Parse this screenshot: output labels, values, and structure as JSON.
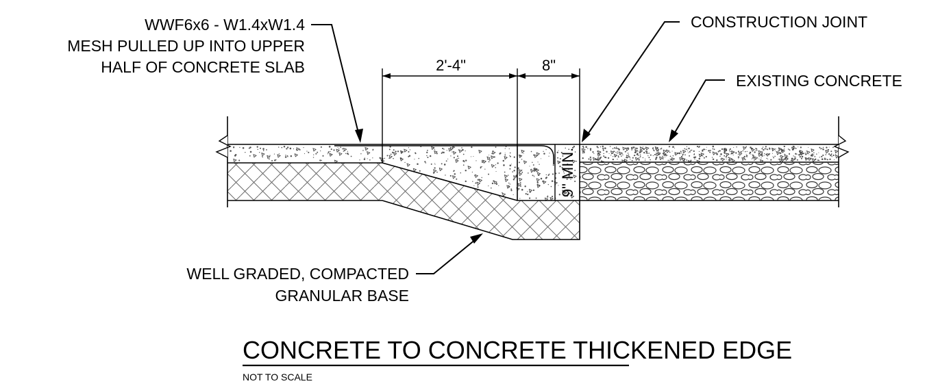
{
  "callouts": {
    "mesh": {
      "line1": "WWF6x6 - W1.4xW1.4",
      "line2": "MESH PULLED UP INTO UPPER",
      "line3": "HALF OF CONCRETE SLAB"
    },
    "joint": "CONSTRUCTION JOINT",
    "existing": "EXISTING CONCRETE",
    "base": {
      "line1": "WELL GRADED, COMPACTED",
      "line2": "GRANULAR BASE"
    }
  },
  "dimensions": {
    "width_1": "2'-4\"",
    "width_2": "8\"",
    "depth": "9\" MIN."
  },
  "title": "CONCRETE TO CONCRETE THICKENED EDGE",
  "subtitle": "NOT TO SCALE",
  "colors": {
    "line": "#000000",
    "hatch": "#555555",
    "background": "#ffffff"
  }
}
